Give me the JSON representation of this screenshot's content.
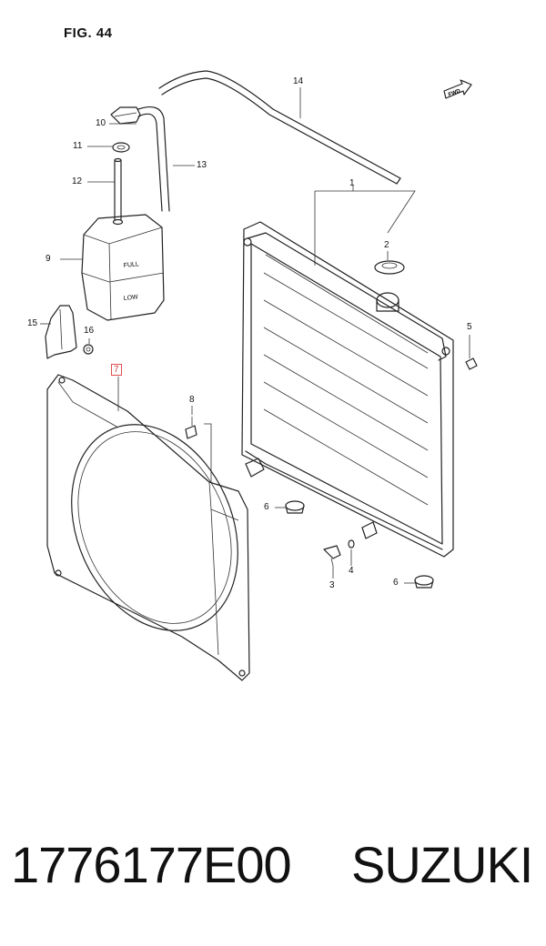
{
  "figure": {
    "title": "FIG. 44"
  },
  "fwd_label": "FWD",
  "tank_labels": {
    "full": "FULL",
    "low": "LOW"
  },
  "callouts": [
    {
      "id": "c1",
      "label": "1"
    },
    {
      "id": "c2",
      "label": "2"
    },
    {
      "id": "c3",
      "label": "3"
    },
    {
      "id": "c4",
      "label": "4"
    },
    {
      "id": "c5",
      "label": "5"
    },
    {
      "id": "c6a",
      "label": "6"
    },
    {
      "id": "c6b",
      "label": "6"
    },
    {
      "id": "c7",
      "label": "7",
      "highlighted": true
    },
    {
      "id": "c8",
      "label": "8"
    },
    {
      "id": "c9",
      "label": "9"
    },
    {
      "id": "c10",
      "label": "10"
    },
    {
      "id": "c11",
      "label": "11"
    },
    {
      "id": "c12",
      "label": "12"
    },
    {
      "id": "c13",
      "label": "13"
    },
    {
      "id": "c14",
      "label": "14"
    },
    {
      "id": "c15",
      "label": "15"
    },
    {
      "id": "c16",
      "label": "16"
    }
  ],
  "caption": {
    "part_number": "1776177E00",
    "brand": "SUZUKI"
  }
}
